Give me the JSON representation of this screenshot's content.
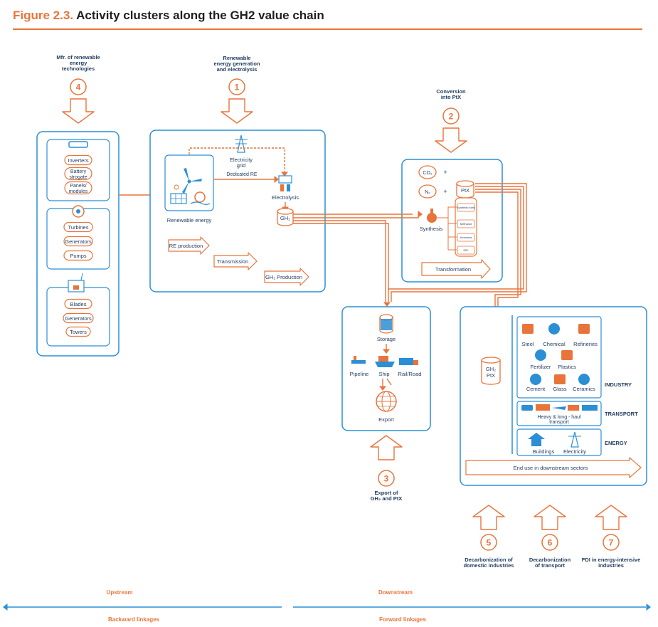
{
  "figure_number": "Figure 2.3.",
  "figure_title": "Activity clusters along the GH2 value chain",
  "colors": {
    "blue": "#2b8fd6",
    "orange": "#e8743b",
    "text": "#1f3a5f",
    "title": "#1f1f1f"
  },
  "clusters": [
    {
      "number": "4",
      "lines": [
        "Mfr. of renewable",
        "energy",
        "technologies"
      ]
    },
    {
      "number": "1",
      "lines": [
        "Renewable",
        "energy generation",
        "and electrolysis"
      ]
    },
    {
      "number": "2",
      "lines": [
        "Conversion",
        "into PtX"
      ]
    },
    {
      "number": "3",
      "lines": [
        "Export of",
        "GH₂ and PtX"
      ]
    },
    {
      "number": "5",
      "lines": [
        "Decarbonization of",
        "domestic industries"
      ]
    },
    {
      "number": "6",
      "lines": [
        "Decarbonization",
        "of transport"
      ]
    },
    {
      "number": "7",
      "lines": [
        "FDI in energy-intensive",
        "industries"
      ]
    }
  ],
  "manufacturing": {
    "group1": [
      "Inverters",
      "Battery strogate",
      "Panels/ modules"
    ],
    "group2": [
      "Turbines",
      "Generators",
      "Pumps"
    ],
    "group3": [
      "Blades",
      "Generators",
      "Towers"
    ]
  },
  "production": {
    "electricity_grid": "Electricity grid",
    "dedicated_re": "Dedicated RE",
    "electrolysis": "Electrolysis",
    "gh2": "GH₂",
    "renewable_energy": "Renewable energy",
    "re_production": "RE production",
    "transmission": "Transmission",
    "gh2_production": "GH₂ Production"
  },
  "transformation": {
    "co2": "CO₂",
    "n2": "N₂",
    "ptx": "PtX",
    "synthesis": "Synthesis",
    "products": [
      "Synthetic fuels",
      "Methanol",
      "Ammonia",
      "DRI"
    ],
    "label": "Transformation"
  },
  "export": {
    "storage": "Storage",
    "pipeline": "Pipeline",
    "ship": "Ship",
    "rail_road": "Rail/Road",
    "export": "Export"
  },
  "end_use": {
    "gh2_ptx": "GH₂ PtX",
    "industry_items": [
      "Steel",
      "Chemical",
      "Refineries",
      "Fertilizer",
      "Plastics",
      "Cement",
      "Glass",
      "Ceramics"
    ],
    "industry": "INDUSTRY",
    "transport_label": "Heavy & long - haul transport",
    "transport": "TRANSPORT",
    "energy_items": [
      "Buildings",
      "Electricity"
    ],
    "energy": "ENERGY",
    "arrow_label": "End use in downstream sectors"
  },
  "linkages": {
    "upstream": "Upstream",
    "downstream": "Downstream",
    "backward": "Backward linkages",
    "forward": "Forward linkages"
  }
}
